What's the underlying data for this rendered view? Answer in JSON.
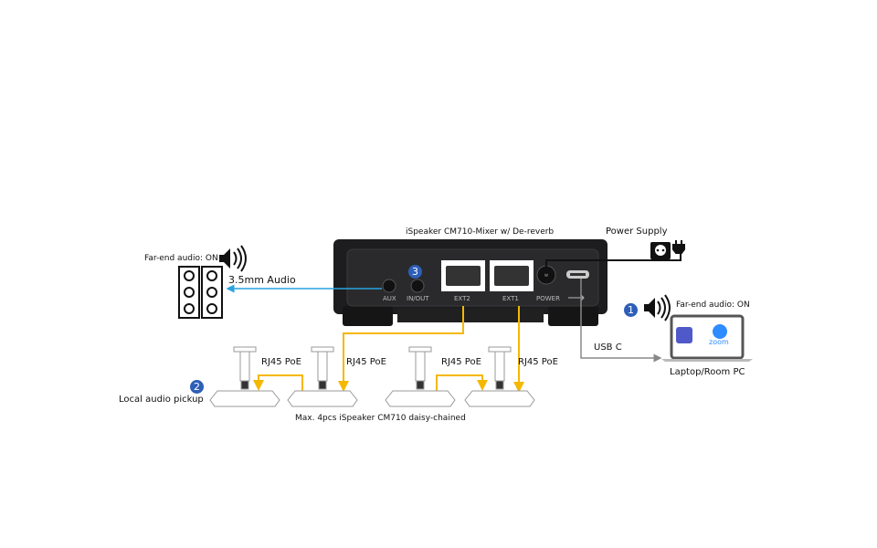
{
  "device": {
    "title": "iSpeaker CM710-Mixer w/ De-reverb",
    "ports": {
      "aux": "AUX",
      "inout": "IN/OUT",
      "ext2": "EXT2",
      "ext1": "EXT1",
      "power": "POWER"
    }
  },
  "power": {
    "label": "Power Supply"
  },
  "left": {
    "farend": "Far-end audio: ON",
    "audio_link": "3.5mm Audio"
  },
  "mics": {
    "links": [
      "RJ45 PoE",
      "RJ45 PoE",
      "RJ45 PoE",
      "RJ45 PoE"
    ],
    "local": "Local audio pickup",
    "caption": "Max. 4pcs iSpeaker CM710 daisy-chained"
  },
  "pc": {
    "farend": "Far-end audio: ON",
    "usb": "USB C",
    "label": "Laptop/Room PC",
    "zoom": "zoom"
  },
  "badges": [
    "1",
    "2",
    "3"
  ],
  "colors": {
    "poe": "#f5b800",
    "audio": "#29a3e0",
    "usb": "#888888",
    "badge": "#2e5fb8"
  }
}
